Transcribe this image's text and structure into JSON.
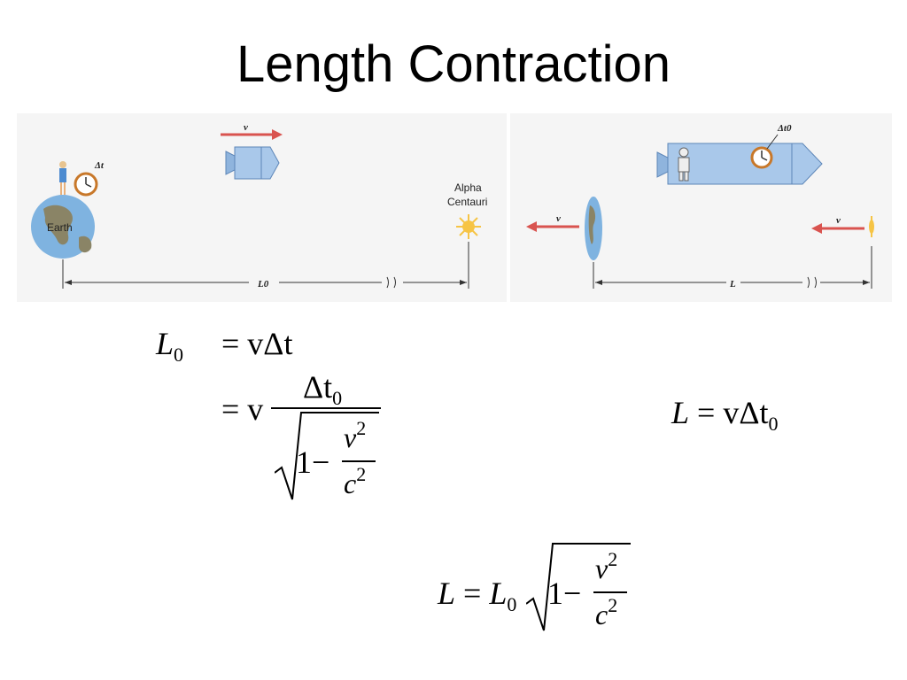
{
  "slide": {
    "title": "Length Contraction"
  },
  "figure_left": {
    "velocity_label": "v",
    "clock_label": "Δt",
    "earth_label": "Earth",
    "star_label_line1": "Alpha",
    "star_label_line2": "Centauri",
    "distance_label": "L0"
  },
  "figure_right": {
    "clock_label": "Δt0",
    "velocity_label_earth": "v",
    "velocity_label_star": "v",
    "distance_label": "L"
  },
  "equations": {
    "eq1_lhs": "L",
    "eq1_lhs_sub": "0",
    "eq1_rhs": "= vΔt",
    "eq2_prefix": "= v",
    "eq2_num": "Δt",
    "eq2_num_sub": "0",
    "eq2_den_one": "1",
    "eq2_den_minus": "−",
    "eq2_frac_num": "v",
    "eq2_frac_num_sup": "2",
    "eq2_frac_den": "c",
    "eq2_frac_den_sup": "2",
    "eq3_lhs": "L",
    "eq3_rhs": "= vΔt",
    "eq3_rhs_sub": "0",
    "eq4_lhs": "L",
    "eq4_eq": "=",
    "eq4_L0": "L",
    "eq4_L0_sub": "0",
    "eq4_one": "1",
    "eq4_minus": "−",
    "eq4_num": "v",
    "eq4_num_sup": "2",
    "eq4_den": "c",
    "eq4_den_sup": "2"
  }
}
